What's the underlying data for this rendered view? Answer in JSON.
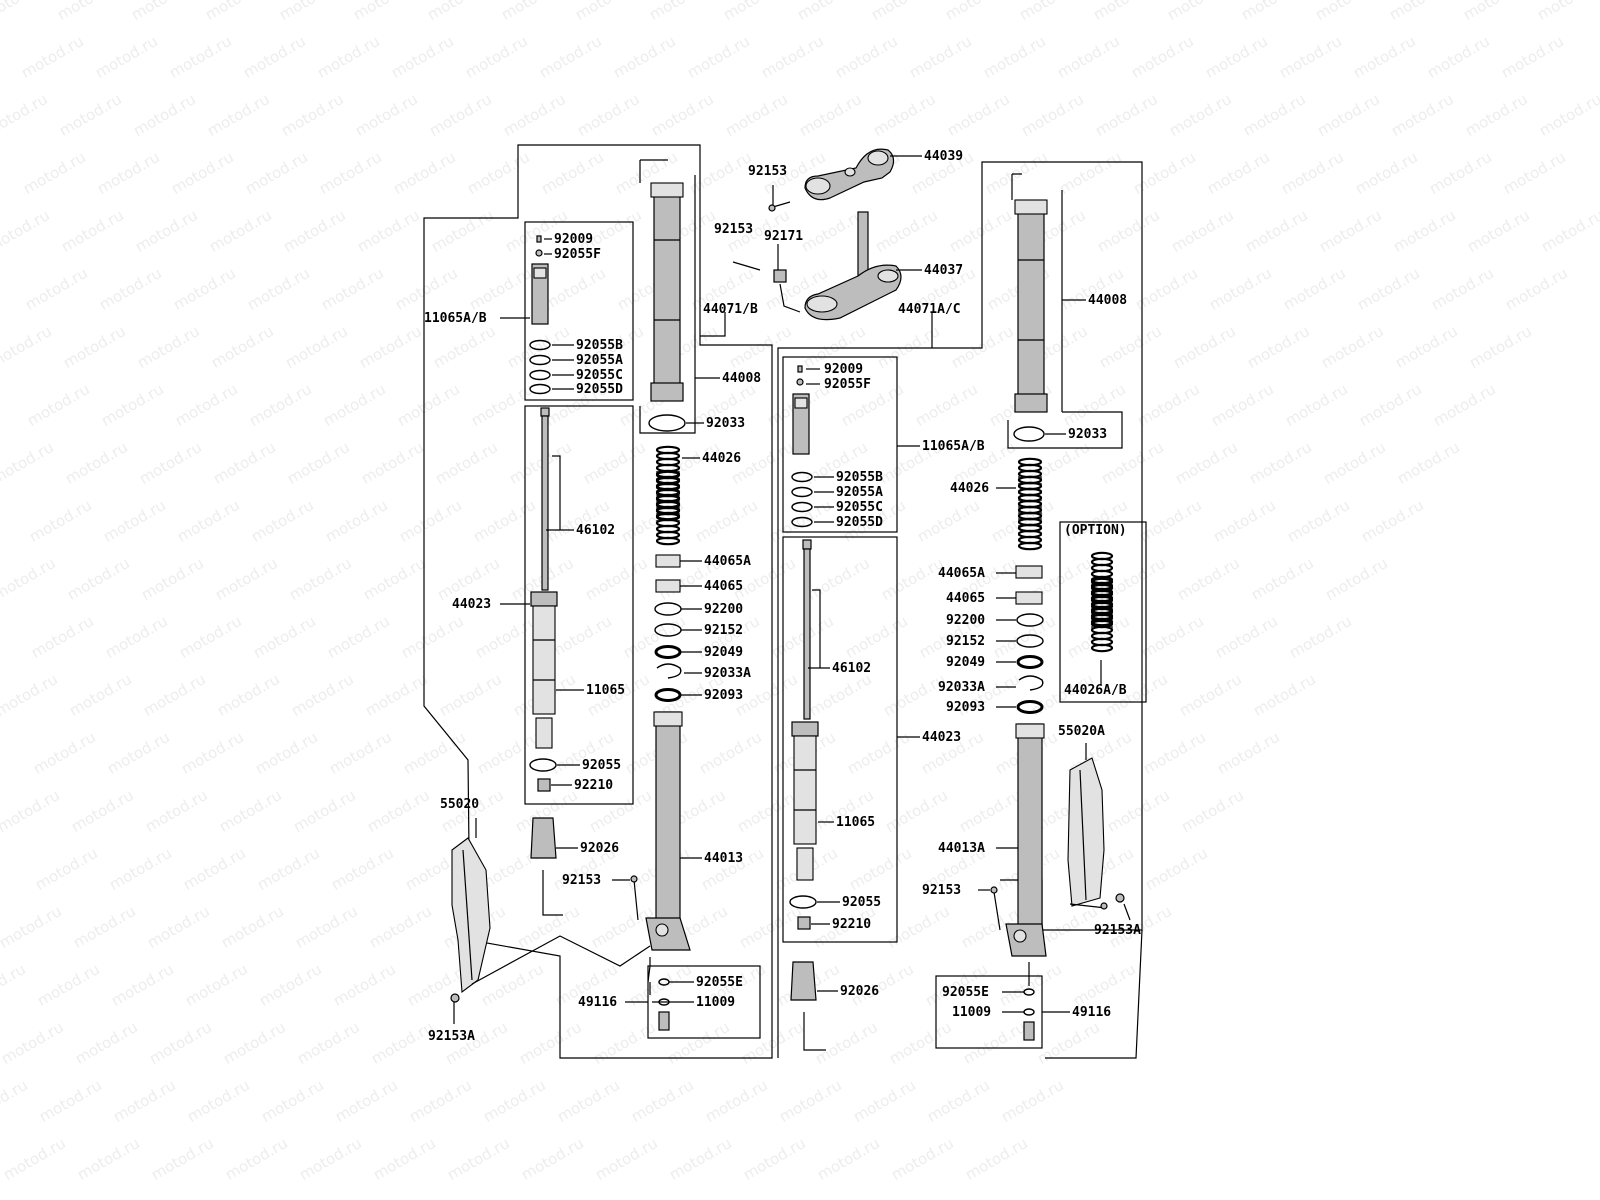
{
  "watermark": "motod.ru",
  "option_label": "(OPTION)",
  "left": {
    "outer_group": "44071/B",
    "tube_group": {
      "tube": "44008",
      "oring": "92033"
    },
    "cartridge_top": [
      "92009",
      "92055F",
      "92055B",
      "92055A",
      "92055C",
      "92055D"
    ],
    "cartridge_assy": "11065A/B",
    "damper_rod_group": {
      "rod": "46102",
      "assy": "44023",
      "cylinder": "11065",
      "seal": "92055",
      "nut": "92210"
    },
    "spring": "44026",
    "stack": [
      "44065A",
      "44065",
      "92200",
      "92152",
      "92049",
      "92033A",
      "92093"
    ],
    "outer_tube": "44013",
    "bottom_bolt": "92026",
    "bolt": "92153",
    "guard": "55020",
    "guard_bolt": "92153A",
    "valve": {
      "oring": "92055E",
      "cap": "11009",
      "assy": "49116"
    }
  },
  "center": {
    "upper_clamp": "44039",
    "lower_clamp": "44037",
    "bolt_upper": "92153",
    "bolt_lower": "92153",
    "clip": "92171"
  },
  "right": {
    "outer_group": "44071A/C",
    "tube_group": {
      "tube": "44008",
      "oring": "92033"
    },
    "cartridge_top": [
      "92009",
      "92055F",
      "92055B",
      "92055A",
      "92055C",
      "92055D"
    ],
    "cartridge_assy": "11065A/B",
    "damper_rod_group": {
      "rod": "46102",
      "assy": "44023",
      "cylinder": "11065",
      "seal": "92055",
      "nut": "92210"
    },
    "spring": "44026",
    "stack": [
      "44065A",
      "44065",
      "92200",
      "92152",
      "92049",
      "92033A",
      "92093"
    ],
    "outer_tube": "44013A",
    "bottom_bolt": "92026",
    "bolt": "92153",
    "guard": "55020A",
    "guard_bolt": "92153A",
    "option_spring": "44026A/B",
    "valve": {
      "oring": "92055E",
      "cap": "11009",
      "assy": "49116"
    }
  }
}
